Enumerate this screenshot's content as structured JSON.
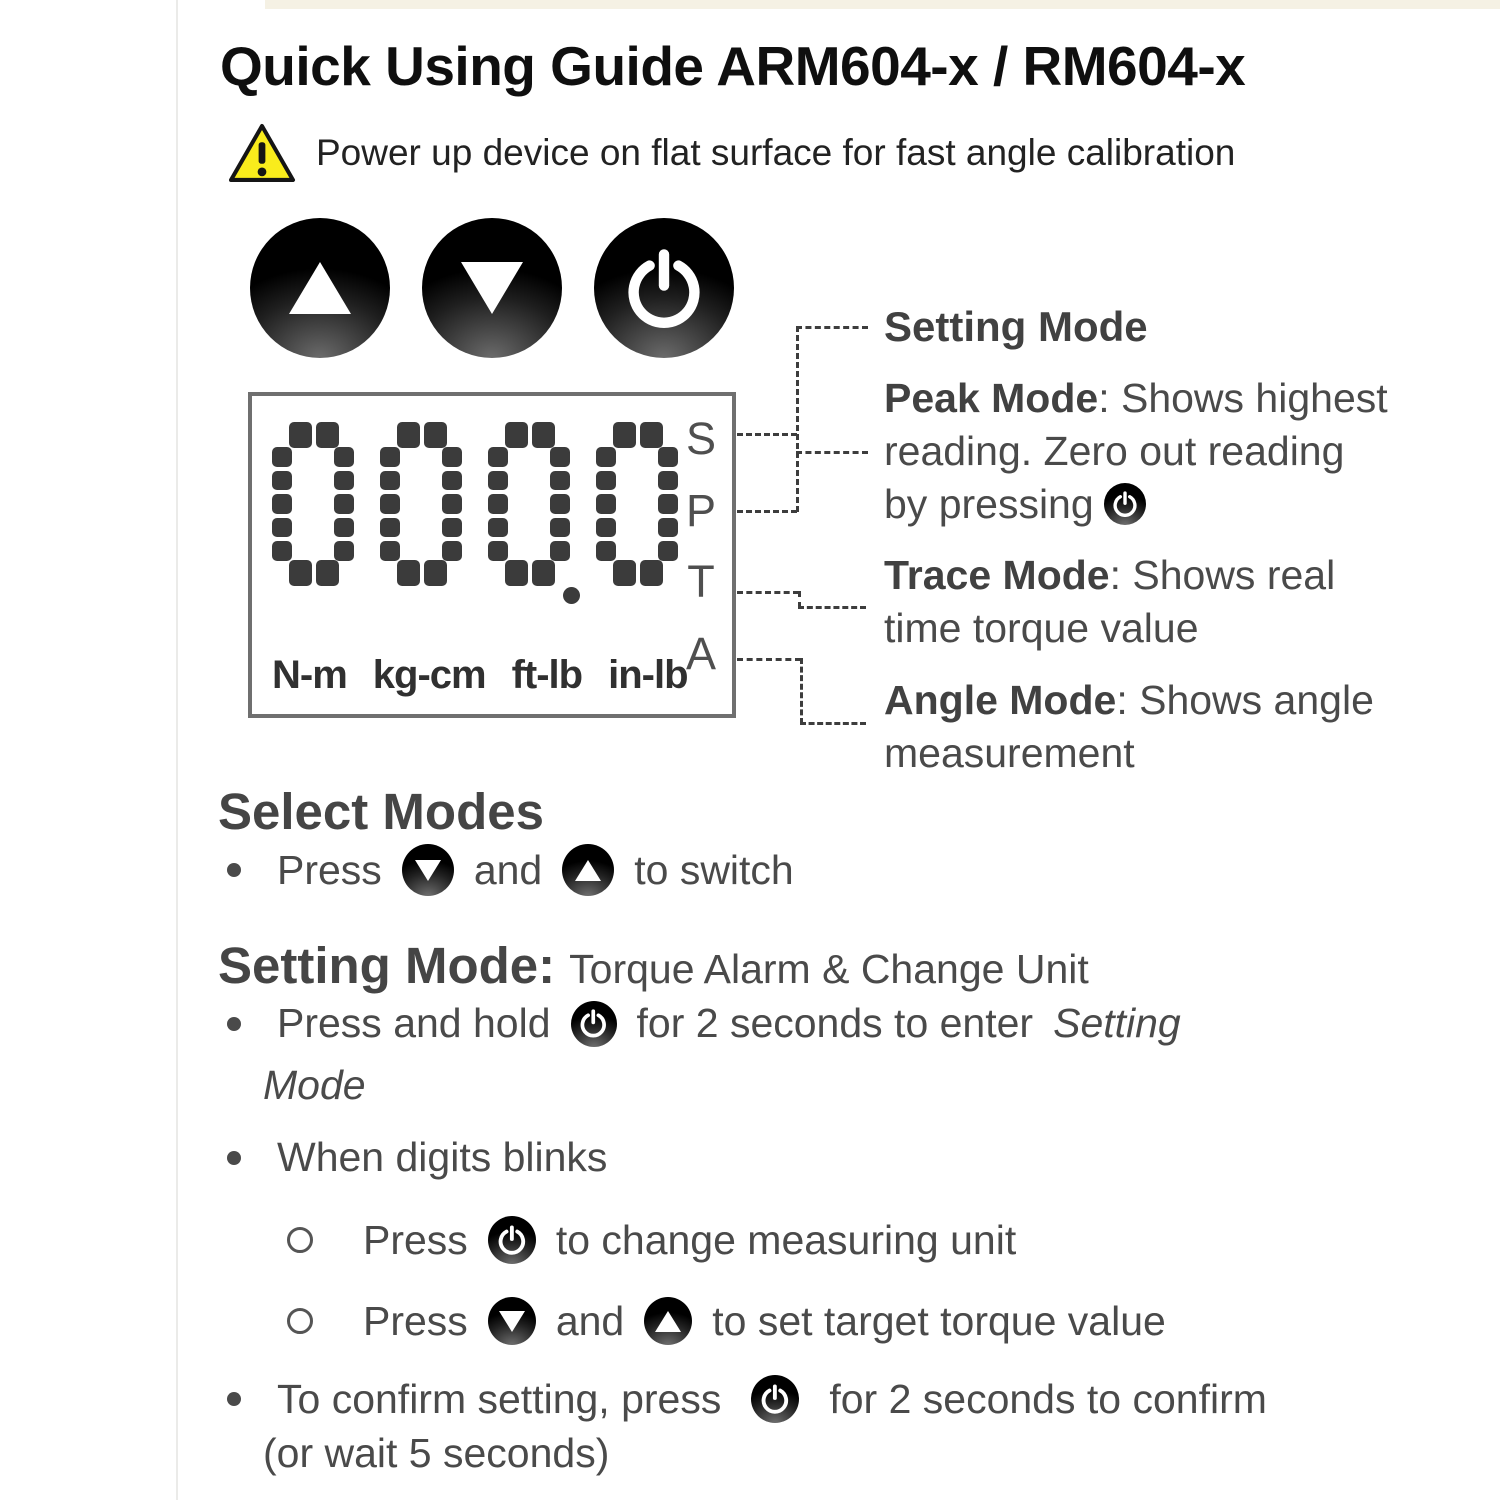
{
  "page": {
    "title": "Quick Using Guide ARM604-x / RM604-x",
    "warning": "Power up device on flat surface for fast angle calibration"
  },
  "device": {
    "buttons": [
      {
        "name": "up",
        "glyph": "▲"
      },
      {
        "name": "down",
        "glyph": "▼"
      },
      {
        "name": "power",
        "glyph": "⏻"
      }
    ]
  },
  "display": {
    "digits": "0000",
    "decimal_point": true,
    "mode_letters": [
      "S",
      "P",
      "T",
      "A"
    ],
    "units": [
      "N-m",
      "kg-cm",
      "ft-lb",
      "in-lb"
    ]
  },
  "annotations": {
    "setting": {
      "title": "Setting Mode"
    },
    "peak": {
      "bold": "Peak Mode",
      "rest": ": Shows highest reading. Zero out reading by pressing"
    },
    "trace": {
      "bold": "Trace Mode",
      "rest": ": Shows real time torque value"
    },
    "angle": {
      "bold": "Angle Mode",
      "rest": ": Shows angle measurement"
    }
  },
  "select_modes": {
    "heading": "Select Modes",
    "bullet": {
      "pre": "Press",
      "mid": "and",
      "post": "to switch"
    }
  },
  "setting_mode": {
    "heading": "Setting Mode:",
    "subheading": "Torque Alarm & Change Unit",
    "hold": {
      "pre": "Press and hold",
      "mid": "for 2 seconds to enter",
      "italic": "Setting",
      "italic2": "Mode"
    },
    "blink": "When digits blinks",
    "sub1": {
      "pre": "Press",
      "post": "to change measuring unit"
    },
    "sub2": {
      "pre": "Press",
      "mid": "and",
      "post": "to set target torque value"
    },
    "confirm": {
      "pre": "To confirm setting, press",
      "post": "for 2 seconds to confirm",
      "line2": "(or wait 5 seconds)"
    }
  },
  "colors": {
    "warning_yellow": "#f9ec1c",
    "text_gray": "#4a4a4a",
    "button_black": "#000000",
    "segment_gray": "#3b3b3b"
  }
}
